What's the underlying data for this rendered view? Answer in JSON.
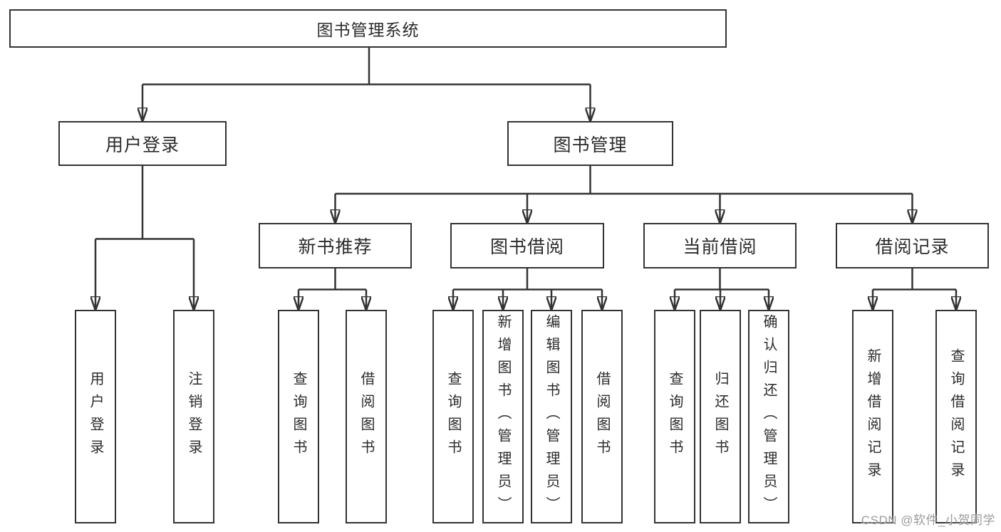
{
  "diagram": {
    "type": "tree",
    "orientation": "top-down"
  },
  "tree": {
    "label": "图书管理系统",
    "children": [
      {
        "label": "用户登录",
        "children": [
          {
            "label": "用户登录"
          },
          {
            "label": "注销登录"
          }
        ]
      },
      {
        "label": "图书管理",
        "children": [
          {
            "label": "新书推荐",
            "children": [
              {
                "label": "查询图书"
              },
              {
                "label": "借阅图书"
              }
            ]
          },
          {
            "label": "图书借阅",
            "children": [
              {
                "label": "查询图书"
              },
              {
                "label": "新增图书（管理员）"
              },
              {
                "label": "编辑图书（管理员）"
              },
              {
                "label": "借阅图书"
              }
            ]
          },
          {
            "label": "当前借阅",
            "children": [
              {
                "label": "查询图书"
              },
              {
                "label": "归还图书"
              },
              {
                "label": "确认归还（管理员）"
              }
            ]
          },
          {
            "label": "借阅记录",
            "children": [
              {
                "label": "新增借阅记录"
              },
              {
                "label": "查询借阅记录"
              }
            ]
          }
        ]
      }
    ]
  },
  "watermark": {
    "text": "CSDN @软件_小贺同学"
  },
  "colors": {
    "line": "#333333",
    "box_border": "#333333",
    "box_fill": "#ffffff",
    "text": "#2b2b2b",
    "watermark": "#9b9b9b",
    "background": "#ffffff"
  }
}
